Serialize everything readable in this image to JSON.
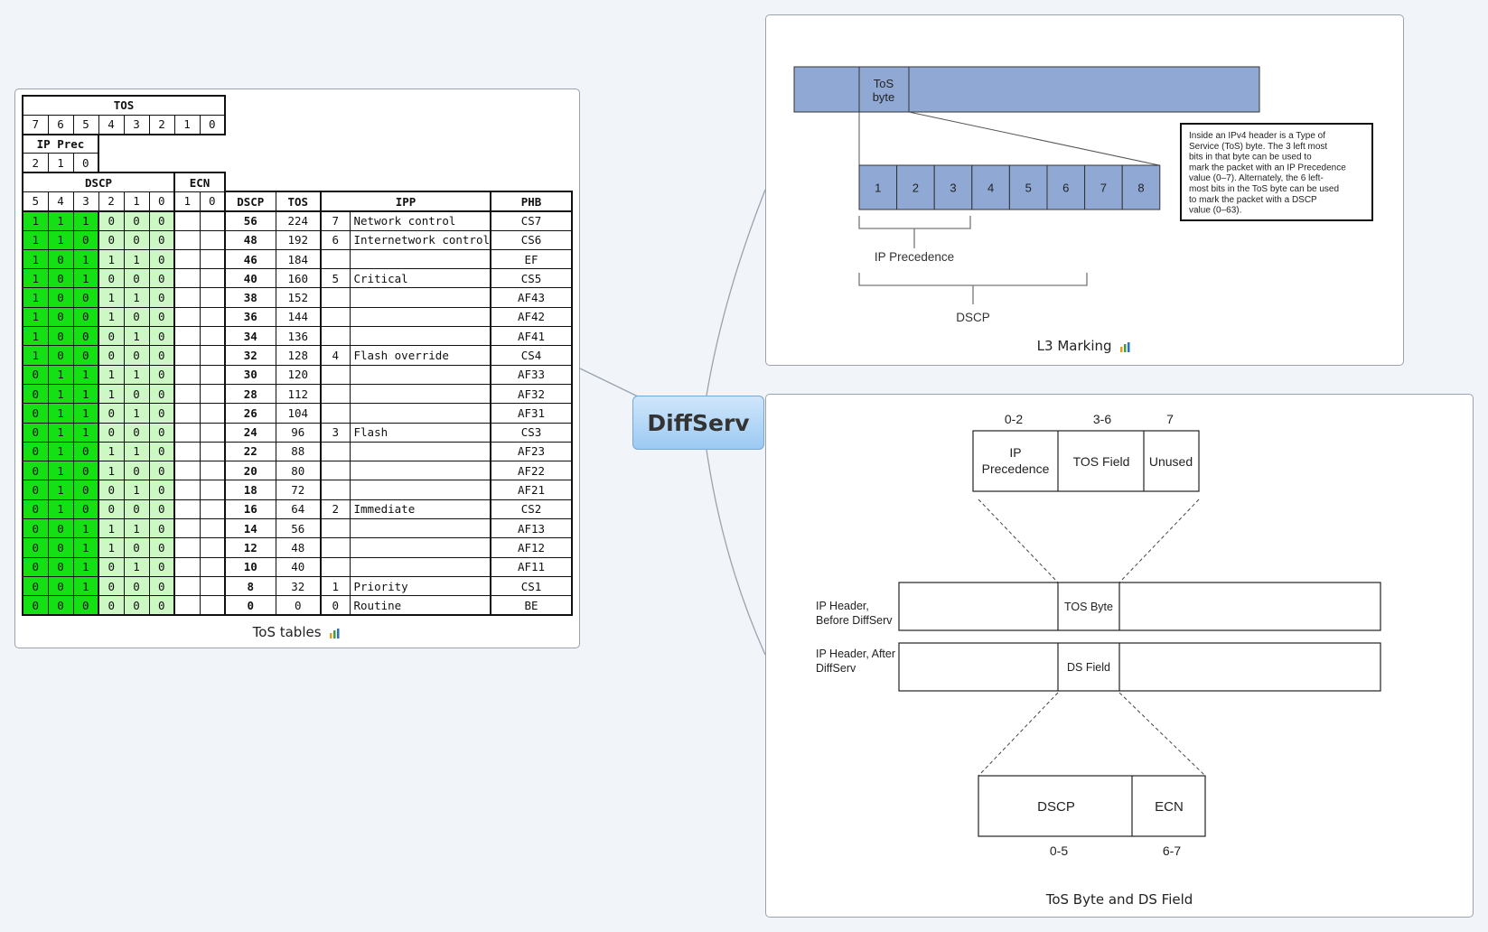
{
  "central_topic": "DiffServ",
  "tos_tables": {
    "caption": "ToS tables",
    "tos_header": "TOS",
    "tos_bits": [
      "7",
      "6",
      "5",
      "4",
      "3",
      "2",
      "1",
      "0"
    ],
    "ip_prec_header": "IP Prec",
    "ip_prec_bits": [
      "2",
      "1",
      "0"
    ],
    "dscp_header": "DSCP",
    "ecn_header": "ECN",
    "dscp_bits": [
      "5",
      "4",
      "3",
      "2",
      "1",
      "0"
    ],
    "ecn_bits": [
      "1",
      "0"
    ],
    "columns": [
      "DSCP",
      "TOS",
      "IPP",
      "PHB"
    ],
    "rows": [
      {
        "bits": [
          "1",
          "1",
          "1",
          "0",
          "0",
          "0"
        ],
        "dscp": "56",
        "tos": "224",
        "ipp_num": "7",
        "ipp_name": "Network control",
        "phb": "CS7"
      },
      {
        "bits": [
          "1",
          "1",
          "0",
          "0",
          "0",
          "0"
        ],
        "dscp": "48",
        "tos": "192",
        "ipp_num": "6",
        "ipp_name": "Internetwork control",
        "phb": "CS6"
      },
      {
        "bits": [
          "1",
          "0",
          "1",
          "1",
          "1",
          "0"
        ],
        "dscp": "46",
        "tos": "184",
        "ipp_num": "",
        "ipp_name": "",
        "phb": "EF"
      },
      {
        "bits": [
          "1",
          "0",
          "1",
          "0",
          "0",
          "0"
        ],
        "dscp": "40",
        "tos": "160",
        "ipp_num": "5",
        "ipp_name": "Critical",
        "phb": "CS5"
      },
      {
        "bits": [
          "1",
          "0",
          "0",
          "1",
          "1",
          "0"
        ],
        "dscp": "38",
        "tos": "152",
        "ipp_num": "",
        "ipp_name": "",
        "phb": "AF43"
      },
      {
        "bits": [
          "1",
          "0",
          "0",
          "1",
          "0",
          "0"
        ],
        "dscp": "36",
        "tos": "144",
        "ipp_num": "",
        "ipp_name": "",
        "phb": "AF42"
      },
      {
        "bits": [
          "1",
          "0",
          "0",
          "0",
          "1",
          "0"
        ],
        "dscp": "34",
        "tos": "136",
        "ipp_num": "",
        "ipp_name": "",
        "phb": "AF41"
      },
      {
        "bits": [
          "1",
          "0",
          "0",
          "0",
          "0",
          "0"
        ],
        "dscp": "32",
        "tos": "128",
        "ipp_num": "4",
        "ipp_name": "Flash override",
        "phb": "CS4"
      },
      {
        "bits": [
          "0",
          "1",
          "1",
          "1",
          "1",
          "0"
        ],
        "dscp": "30",
        "tos": "120",
        "ipp_num": "",
        "ipp_name": "",
        "phb": "AF33"
      },
      {
        "bits": [
          "0",
          "1",
          "1",
          "1",
          "0",
          "0"
        ],
        "dscp": "28",
        "tos": "112",
        "ipp_num": "",
        "ipp_name": "",
        "phb": "AF32"
      },
      {
        "bits": [
          "0",
          "1",
          "1",
          "0",
          "1",
          "0"
        ],
        "dscp": "26",
        "tos": "104",
        "ipp_num": "",
        "ipp_name": "",
        "phb": "AF31"
      },
      {
        "bits": [
          "0",
          "1",
          "1",
          "0",
          "0",
          "0"
        ],
        "dscp": "24",
        "tos": "96",
        "ipp_num": "3",
        "ipp_name": "Flash",
        "phb": "CS3"
      },
      {
        "bits": [
          "0",
          "1",
          "0",
          "1",
          "1",
          "0"
        ],
        "dscp": "22",
        "tos": "88",
        "ipp_num": "",
        "ipp_name": "",
        "phb": "AF23"
      },
      {
        "bits": [
          "0",
          "1",
          "0",
          "1",
          "0",
          "0"
        ],
        "dscp": "20",
        "tos": "80",
        "ipp_num": "",
        "ipp_name": "",
        "phb": "AF22"
      },
      {
        "bits": [
          "0",
          "1",
          "0",
          "0",
          "1",
          "0"
        ],
        "dscp": "18",
        "tos": "72",
        "ipp_num": "",
        "ipp_name": "",
        "phb": "AF21"
      },
      {
        "bits": [
          "0",
          "1",
          "0",
          "0",
          "0",
          "0"
        ],
        "dscp": "16",
        "tos": "64",
        "ipp_num": "2",
        "ipp_name": "Immediate",
        "phb": "CS2"
      },
      {
        "bits": [
          "0",
          "0",
          "1",
          "1",
          "1",
          "0"
        ],
        "dscp": "14",
        "tos": "56",
        "ipp_num": "",
        "ipp_name": "",
        "phb": "AF13"
      },
      {
        "bits": [
          "0",
          "0",
          "1",
          "1",
          "0",
          "0"
        ],
        "dscp": "12",
        "tos": "48",
        "ipp_num": "",
        "ipp_name": "",
        "phb": "AF12"
      },
      {
        "bits": [
          "0",
          "0",
          "1",
          "0",
          "1",
          "0"
        ],
        "dscp": "10",
        "tos": "40",
        "ipp_num": "",
        "ipp_name": "",
        "phb": "AF11"
      },
      {
        "bits": [
          "0",
          "0",
          "1",
          "0",
          "0",
          "0"
        ],
        "dscp": "8",
        "tos": "32",
        "ipp_num": "1",
        "ipp_name": "Priority",
        "phb": "CS1"
      },
      {
        "bits": [
          "0",
          "0",
          "0",
          "0",
          "0",
          "0"
        ],
        "dscp": "0",
        "tos": "0",
        "ipp_num": "0",
        "ipp_name": "Routine",
        "phb": "BE"
      }
    ]
  },
  "l3_marking": {
    "caption": "L3 Marking",
    "tos_byte_label_1": "ToS",
    "tos_byte_label_2": "byte",
    "bits": [
      "1",
      "2",
      "3",
      "4",
      "5",
      "6",
      "7",
      "8"
    ],
    "ip_precedence_label": "IP Precedence",
    "dscp_label": "DSCP",
    "note_lines": [
      "Inside an IPv4 header is a Type of",
      "Service (ToS) byte. The 3 left most",
      "bits in that byte can be used to",
      "mark the packet with an IP Precedence",
      "value (0–7). Alternately, the 6 left-",
      "most bits in the ToS byte can be used",
      "to mark the packet with a DSCP",
      "value (0–63)."
    ]
  },
  "tos_ds_field": {
    "caption": "ToS Byte and DS Field",
    "top_ranges": [
      "0-2",
      "3-6",
      "7"
    ],
    "top_fields": {
      "ip_prec_1": "IP",
      "ip_prec_2": "Precedence",
      "tos_field": "TOS Field",
      "unused": "Unused"
    },
    "row1_label_1": "IP Header,",
    "row1_label_2": "Before DiffServ",
    "row1_middle": "TOS Byte",
    "row2_label_1": "IP Header, After",
    "row2_label_2": "DiffServ",
    "row2_middle": "DS Field",
    "bottom_fields": [
      "DSCP",
      "ECN"
    ],
    "bottom_ranges": [
      "0-5",
      "6-7"
    ]
  },
  "colors": {
    "bit_green": "#14e014",
    "bit_light_green": "#cef7c6",
    "l3_blue": "#8fa8d4",
    "topic_blue": "#9ccaf2"
  }
}
